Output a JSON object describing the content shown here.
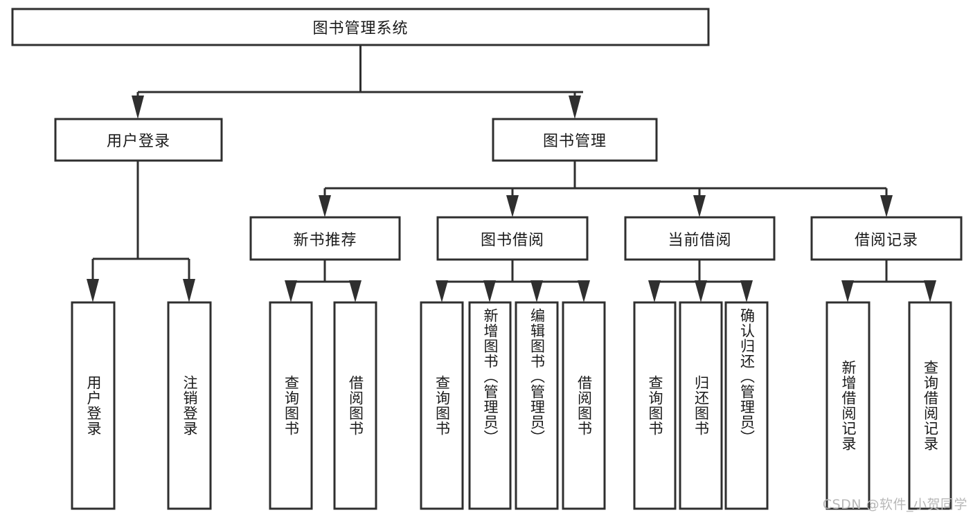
{
  "diagram": {
    "title": "图书管理系统",
    "type": "hierarchy-tree",
    "watermark": "CSDN @软件_小贺同学",
    "colors": {
      "box_stroke": "#2f2f2f",
      "box_fill": "#ffffff",
      "text": "#1a1a1a",
      "watermark": "#b8b8b8",
      "background": "#ffffff"
    },
    "root": {
      "label": "图书管理系统",
      "orientation": "horizontal"
    },
    "level2": [
      {
        "label": "用户登录",
        "orientation": "horizontal"
      },
      {
        "label": "图书管理",
        "orientation": "horizontal"
      }
    ],
    "level3": [
      {
        "label": "新书推荐",
        "orientation": "horizontal",
        "parent": "图书管理"
      },
      {
        "label": "图书借阅",
        "orientation": "horizontal",
        "parent": "图书管理"
      },
      {
        "label": "当前借阅",
        "orientation": "horizontal",
        "parent": "图书管理"
      },
      {
        "label": "借阅记录",
        "orientation": "horizontal",
        "parent": "图书管理"
      }
    ],
    "leaves": {
      "用户登录": [
        {
          "label": "用户登录",
          "orientation": "vertical"
        },
        {
          "label": "注销登录",
          "orientation": "vertical"
        }
      ],
      "新书推荐": [
        {
          "label": "查询图书",
          "orientation": "vertical"
        },
        {
          "label": "借阅图书",
          "orientation": "vertical"
        }
      ],
      "图书借阅": [
        {
          "label": "查询图书",
          "orientation": "vertical"
        },
        {
          "label": "新增图书（管理员）",
          "orientation": "vertical"
        },
        {
          "label": "编辑图书（管理员）",
          "orientation": "vertical"
        },
        {
          "label": "借阅图书",
          "orientation": "vertical"
        }
      ],
      "当前借阅": [
        {
          "label": "查询图书",
          "orientation": "vertical"
        },
        {
          "label": "归还图书",
          "orientation": "vertical"
        },
        {
          "label": "确认归还（管理员）",
          "orientation": "vertical"
        }
      ],
      "借阅记录": [
        {
          "label": "新增借阅记录",
          "orientation": "vertical"
        },
        {
          "label": "查询借阅记录",
          "orientation": "vertical"
        }
      ]
    },
    "labels": {
      "root": "图书管理系统",
      "user_login": "用户登录",
      "book_manage": "图书管理",
      "new_book_rec": "新书推荐",
      "book_borrow": "图书借阅",
      "current_borrow": "当前借阅",
      "borrow_record": "借阅记录",
      "leaf_user_login": "用户登录",
      "leaf_logout": "注销登录",
      "leaf_query_book_a": "查询图书",
      "leaf_borrow_book_a": "借阅图书",
      "leaf_query_book_b": "查询图书",
      "leaf_add_book": "新增图书（管理员）",
      "leaf_edit_book": "编辑图书（管理员）",
      "leaf_borrow_book_b": "借阅图书",
      "leaf_query_book_c": "查询图书",
      "leaf_return_book": "归还图书",
      "leaf_confirm_return": "确认归还（管理员）",
      "leaf_add_record": "新增借阅记录",
      "leaf_query_record": "查询借阅记录"
    }
  }
}
